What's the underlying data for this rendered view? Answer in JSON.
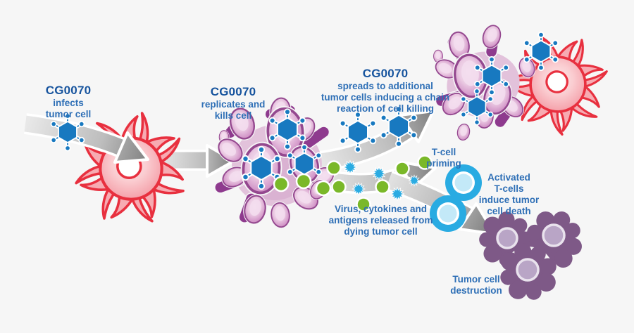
{
  "diagram": {
    "subject": "CG0070 oncolytic virus mechanism of action",
    "type": "process-flow"
  },
  "labels": {
    "infect": {
      "heading": "CG0070",
      "line1": "infects",
      "line2": "tumor cell"
    },
    "replicate": {
      "heading": "CG0070",
      "line1": "replicates and",
      "line2": "kills cell"
    },
    "spread": {
      "heading": "CG0070",
      "line1": "spreads to additional",
      "line2": "tumor cells inducing a chain",
      "line3": "reaction of cell killing"
    },
    "priming": {
      "line1": "T-cell",
      "line2": "priming"
    },
    "activated": {
      "line1": "Activated",
      "line2": "T-cells",
      "line3": "induce tumor",
      "line4": "cell death"
    },
    "release": {
      "line1": "Virus, cytokines and",
      "line2": "antigens released from",
      "line3": "dying tumor cell"
    },
    "destruction": {
      "line1": "Tumor cell",
      "line2": "destruction"
    }
  },
  "icons": {
    "virus": "blue spiked-hexagon virus particle",
    "cytokine": "green dot",
    "antigen": "cyan burst",
    "t_cell": "blue circle with light center",
    "arrow": "gray gradient flow arrow",
    "tumor_cell": "red spiky cell with white nucleus",
    "dying_cell": "purple blebbing cell",
    "destroyed_cell": "purple scalloped cell remnant"
  },
  "colors": {
    "background": "#f6f6f6",
    "heading_text": "#17549e",
    "body_text": "#2e6fb6",
    "virus_blue": "#1879c0",
    "cytokine_green": "#7ab829",
    "antigen_cyan": "#2aabe2",
    "tcell_blue": "#29abe2",
    "tcell_center": "#c3e9f8",
    "tumor_red": "#e8303f",
    "tumor_fill": "#f9c4c9",
    "dying_purple": "#94488f",
    "dying_fill": "#e7cde2",
    "destroyed_purple": "#7e5987",
    "destroyed_nucleus": "#b9a5c6",
    "arrow_gray": "#7f7f7f"
  }
}
